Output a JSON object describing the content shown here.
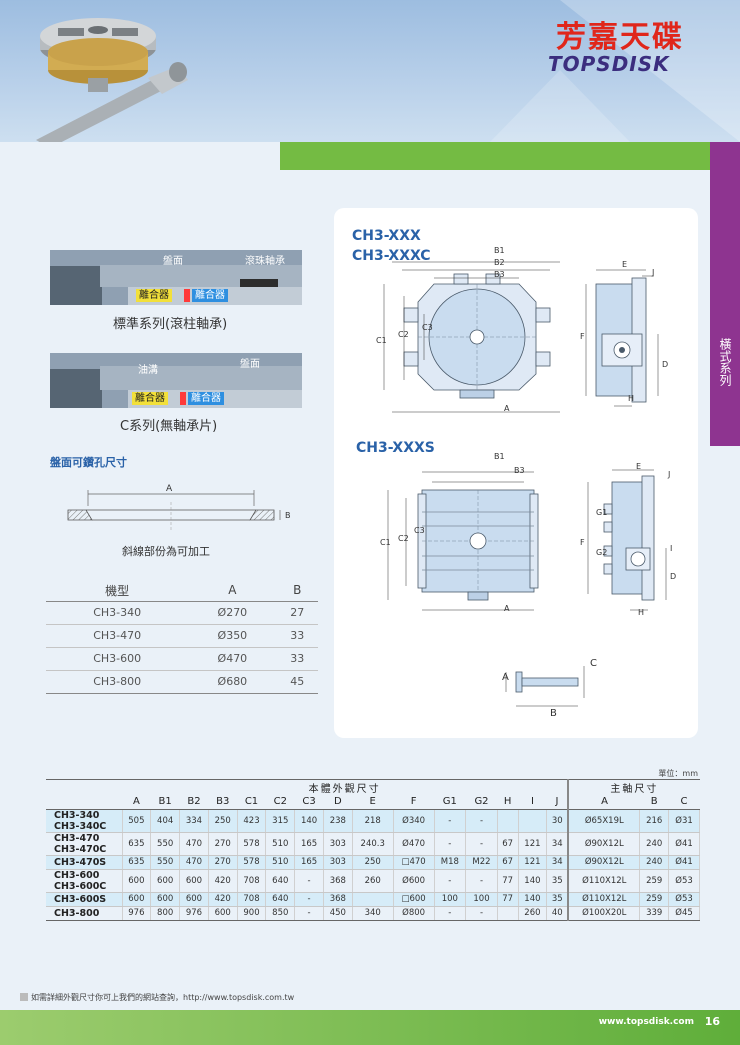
{
  "brand": {
    "name_cn": "芳嘉天碟",
    "name_en": "TOPSDISK"
  },
  "side_tab": "橫式系列",
  "bearing_std": {
    "label_plate": "盤面",
    "label_roller": "滾珠軸承",
    "clutch1": "離合器",
    "clutch2": "離合器",
    "caption": "標準系列(滾柱軸承)"
  },
  "bearing_c": {
    "label_oil": "油溝",
    "label_plate": "盤面",
    "clutch1": "離合器",
    "clutch2": "離合器",
    "caption": "C系列(無軸承片)"
  },
  "drill": {
    "title": "盤面可鑽孔尺寸",
    "dim_a": "A",
    "dim_b": "B",
    "note": "斜線部份為可加工"
  },
  "spec_table": {
    "headers": [
      "機型",
      "A",
      "B"
    ],
    "rows": [
      [
        "CH3-340",
        "Ø270",
        "27"
      ],
      [
        "CH3-470",
        "Ø350",
        "33"
      ],
      [
        "CH3-600",
        "Ø470",
        "33"
      ],
      [
        "CH3-800",
        "Ø680",
        "45"
      ]
    ]
  },
  "drawings": {
    "title1": "CH3-XXX",
    "title2": "CH3-XXXC",
    "title3": "CH3-XXXS",
    "labels": {
      "b1": "B1",
      "b2": "B2",
      "b3": "B3",
      "a": "A",
      "c1": "C1",
      "c2": "C2",
      "c3": "C3",
      "e": "E",
      "j": "J",
      "f": "F",
      "d": "D",
      "h": "H",
      "i": "I",
      "g1": "G1",
      "g2": "G2",
      "c": "C",
      "b": "B"
    }
  },
  "main_table": {
    "unit": "單位：mm",
    "group1": "本體外觀尺寸",
    "group2": "主軸尺寸",
    "cols": [
      "A",
      "B1",
      "B2",
      "B3",
      "C1",
      "C2",
      "C3",
      "D",
      "E",
      "F",
      "G1",
      "G2",
      "H",
      "I",
      "J"
    ],
    "cols2": [
      "A",
      "B",
      "C"
    ],
    "rows": [
      {
        "model": "CH3-340 / CH3-340C",
        "m1": "CH3-340",
        "m2": "CH3-340C",
        "v": [
          "505",
          "404",
          "334",
          "250",
          "423",
          "315",
          "140",
          "238",
          "218",
          "Ø340",
          "-",
          "-",
          "",
          "",
          "30"
        ],
        "s": [
          "Ø65X19L",
          "216",
          "Ø31"
        ],
        "hl": true
      },
      {
        "model": "CH3-470 / CH3-470C",
        "m1": "CH3-470",
        "m2": "CH3-470C",
        "v": [
          "635",
          "550",
          "470",
          "270",
          "578",
          "510",
          "165",
          "303",
          "240.3",
          "Ø470",
          "-",
          "-",
          "67",
          "121",
          "34"
        ],
        "s": [
          "Ø90X12L",
          "240",
          "Ø41"
        ],
        "hl": false
      },
      {
        "model": "CH3-470S",
        "m1": "CH3-470S",
        "m2": "",
        "v": [
          "635",
          "550",
          "470",
          "270",
          "578",
          "510",
          "165",
          "303",
          "250",
          "□470",
          "M18",
          "M22",
          "67",
          "121",
          "34"
        ],
        "s": [
          "Ø90X12L",
          "240",
          "Ø41"
        ],
        "hl": true
      },
      {
        "model": "CH3-600 / CH3-600C",
        "m1": "CH3-600",
        "m2": "CH3-600C",
        "v": [
          "600",
          "600",
          "600",
          "420",
          "708",
          "640",
          "-",
          "368",
          "260",
          "Ø600",
          "-",
          "-",
          "77",
          "140",
          "35"
        ],
        "s": [
          "Ø110X12L",
          "259",
          "Ø53"
        ],
        "hl": false
      },
      {
        "model": "CH3-600S",
        "m1": "CH3-600S",
        "m2": "",
        "v": [
          "600",
          "600",
          "600",
          "420",
          "708",
          "640",
          "-",
          "368",
          "",
          "□600",
          "100",
          "100",
          "77",
          "140",
          "35"
        ],
        "s": [
          "Ø110X12L",
          "259",
          "Ø53"
        ],
        "hl": true
      },
      {
        "model": "CH3-800",
        "m1": "CH3-800",
        "m2": "",
        "v": [
          "976",
          "800",
          "976",
          "600",
          "900",
          "850",
          "-",
          "450",
          "340",
          "Ø800",
          "-",
          "-",
          "",
          "260",
          "40"
        ],
        "s": [
          "Ø100X20L",
          "339",
          "Ø45"
        ],
        "hl": false
      }
    ]
  },
  "footer": {
    "note": "如需詳細外觀尺寸你可上我們的網站查詢，http://www.topsdisk.com.tw",
    "url": "www.topsdisk.com",
    "page": "16"
  },
  "colors": {
    "accent_blue": "#2a62a8",
    "green": "#74bb43",
    "purple": "#8e3490",
    "red": "#e0261b",
    "highlight": "#d6ecf8"
  }
}
